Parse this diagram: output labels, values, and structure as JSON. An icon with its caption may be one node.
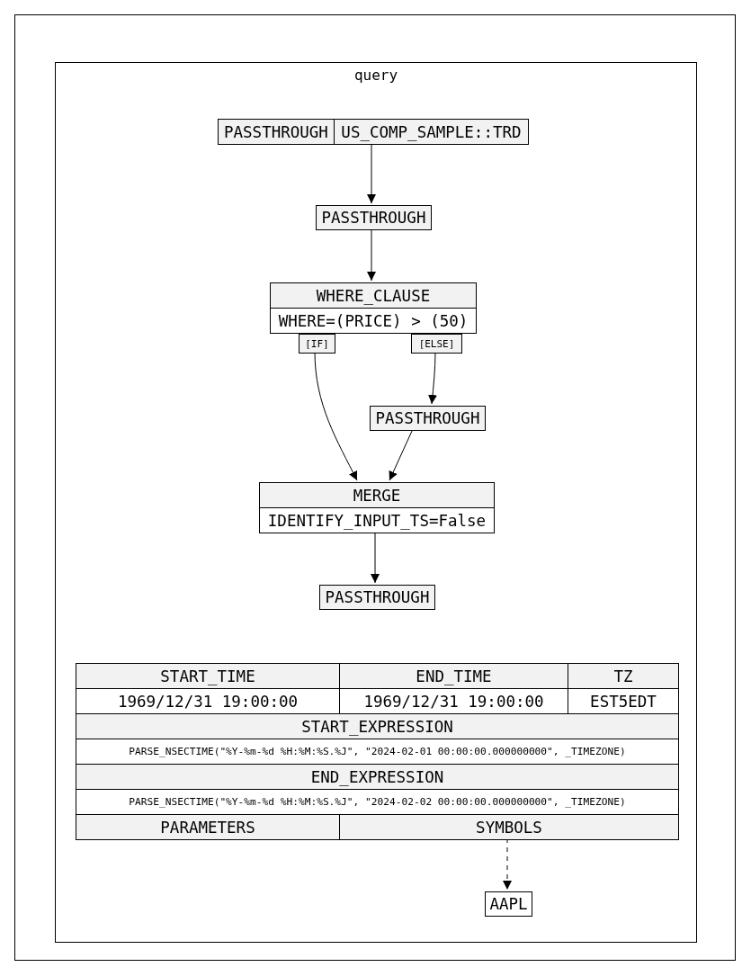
{
  "diagram": {
    "nodes": [
      {
        "text": [],
        "shape": "box"
      },
      {
        "text": [
          "query"
        ],
        "in": 0
      },
      {
        "text": [
          "PASSTHROUGH",
          "US_COMP_SAMPLE::TRD"
        ],
        "in": 1
      },
      {
        "text": [
          "PASSTHROUGH"
        ],
        "in": 1
      },
      {
        "text": [
          "WHERE_CLAUSE",
          "WHERE=(PRICE) > (50)"
        ],
        "in": 1
      },
      {
        "text": [
          "[IF]"
        ],
        "in": 1
      },
      {
        "text": [
          "[ELSE]"
        ],
        "in": 1
      },
      {
        "text": [
          "PASSTHROUGH"
        ],
        "in": 1
      },
      {
        "text": [
          "MERGE",
          "IDENTIFY_INPUT_TS=False"
        ],
        "in": 1
      },
      {
        "text": [
          "PASSTHROUGH"
        ],
        "in": 1
      },
      {
        "text": [
          "START_TIME",
          "END_TIME",
          "TZ",
          "1969/12/31 19:00:00",
          "1969/12/31 19:00:00",
          "EST5EDT",
          "START_EXPRESSION",
          "PARSE_NSECTIME(\"%Y-%m-%d %H:%M:%S.%J\", \"2024-02-01 00:00:00.000000000\", _TIMEZONE)",
          "END_EXPRESSION",
          "PARSE_NSECTIME(\"%Y-%m-%d %H:%M:%S.%J\", \"2024-02-02 00:00:00.000000000\", _TIMEZONE)",
          "PARAMETERS",
          "SYMBOLS"
        ],
        "in": 1
      },
      {
        "text": [
          "AAPL"
        ],
        "in": 1
      }
    ],
    "edges": [
      {
        "from": 2,
        "to": 3,
        "arrow": "to"
      },
      {
        "from": 3,
        "to": 4,
        "arrow": "to"
      },
      {
        "from": 5,
        "to": 8,
        "arrow": "to"
      },
      {
        "from": 6,
        "to": 7,
        "arrow": "to"
      },
      {
        "from": 7,
        "to": 8,
        "arrow": "to"
      },
      {
        "from": 8,
        "to": 9,
        "arrow": "to"
      },
      {
        "from": 10,
        "to": 11,
        "arrow": "to",
        "style": "dashed"
      }
    ]
  }
}
